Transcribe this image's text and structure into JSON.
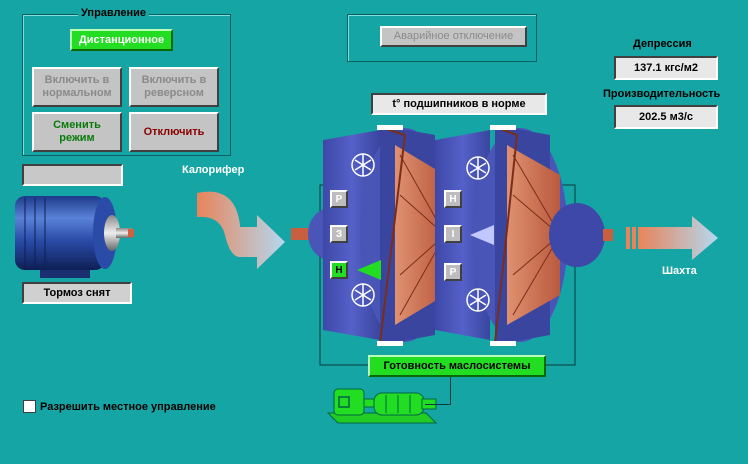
{
  "control_group": {
    "title": "Управление",
    "remote_button": "Дистанционное",
    "enable_normal_button": "Включить в нормальном",
    "enable_reverse_button": "Включить в реверсном",
    "change_mode_button": "Сменить режим",
    "turn_off_button": "Отключить"
  },
  "emergency_button": "Аварийное отключение",
  "bearing_status": "t° подшипников в норме",
  "depression": {
    "label": "Депрессия",
    "value": "137.1 кгс/м2"
  },
  "productivity": {
    "label": "Производительность",
    "value": "202.5 м3/с"
  },
  "brake_status": "Тормоз снят",
  "heater_label": "Калорифер",
  "shaft_label": "Шахта",
  "oil_system_status": "Готовность маслосистемы",
  "local_control_label": "Разрешить местное управление",
  "fan1_buttons": [
    "Р",
    "З",
    "Н"
  ],
  "fan2_buttons": [
    "Н",
    "I",
    "Р"
  ],
  "colors": {
    "background": "#16a5a5",
    "active_green": "#22dd22",
    "fan_blue": "#4a55b8"
  }
}
